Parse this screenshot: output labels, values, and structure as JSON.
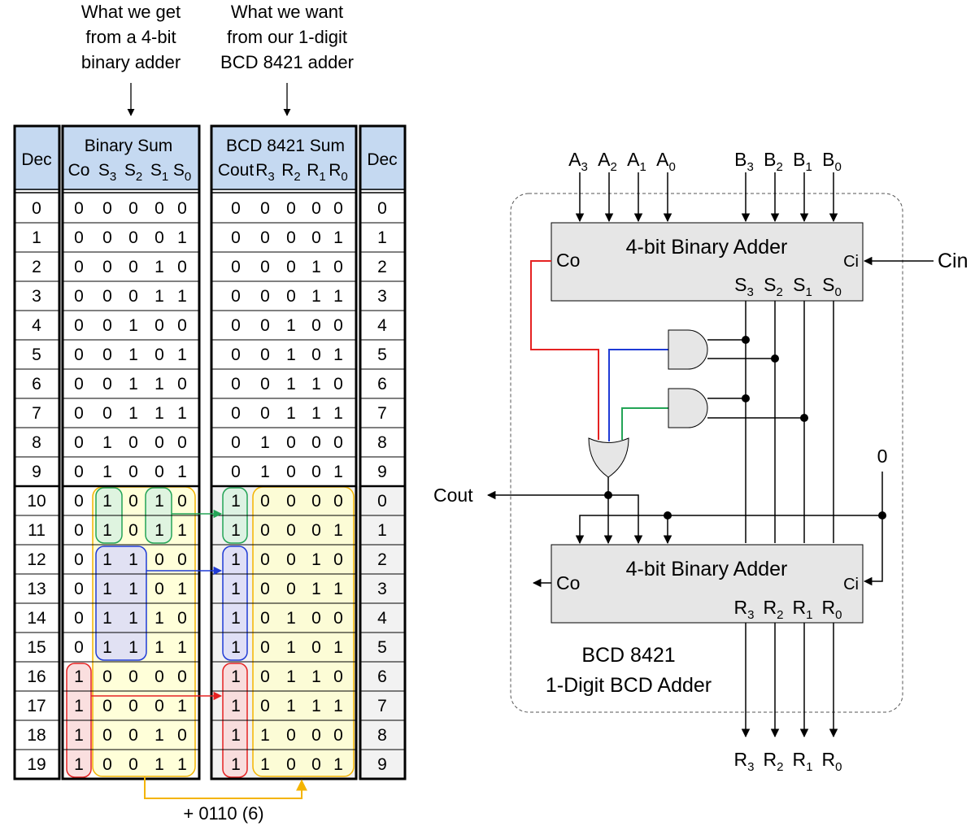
{
  "captions": {
    "left": [
      "What we get",
      "from a 4-bit",
      "binary adder"
    ],
    "right": [
      "What we want",
      "from our 1-digit",
      "BCD 8421 adder"
    ]
  },
  "table": {
    "dec_header": "Dec",
    "binary_header": "Binary Sum",
    "bcd_header": "BCD 8421 Sum",
    "binary_cols": [
      {
        "main": "Co",
        "sub": ""
      },
      {
        "main": "S",
        "sub": "3"
      },
      {
        "main": "S",
        "sub": "2"
      },
      {
        "main": "S",
        "sub": "1"
      },
      {
        "main": "S",
        "sub": "0"
      }
    ],
    "bcd_cols": [
      {
        "main": "Cout",
        "sub": ""
      },
      {
        "main": "R",
        "sub": "3"
      },
      {
        "main": "R",
        "sub": "2"
      },
      {
        "main": "R",
        "sub": "1"
      },
      {
        "main": "R",
        "sub": "0"
      }
    ],
    "rows": [
      {
        "dec": "0",
        "bin": [
          "0",
          "0",
          "0",
          "0",
          "0"
        ],
        "bcd": [
          "0",
          "0",
          "0",
          "0",
          "0"
        ],
        "bcd_dec": "0"
      },
      {
        "dec": "1",
        "bin": [
          "0",
          "0",
          "0",
          "0",
          "1"
        ],
        "bcd": [
          "0",
          "0",
          "0",
          "0",
          "1"
        ],
        "bcd_dec": "1"
      },
      {
        "dec": "2",
        "bin": [
          "0",
          "0",
          "0",
          "1",
          "0"
        ],
        "bcd": [
          "0",
          "0",
          "0",
          "1",
          "0"
        ],
        "bcd_dec": "2"
      },
      {
        "dec": "3",
        "bin": [
          "0",
          "0",
          "0",
          "1",
          "1"
        ],
        "bcd": [
          "0",
          "0",
          "0",
          "1",
          "1"
        ],
        "bcd_dec": "3"
      },
      {
        "dec": "4",
        "bin": [
          "0",
          "0",
          "1",
          "0",
          "0"
        ],
        "bcd": [
          "0",
          "0",
          "1",
          "0",
          "0"
        ],
        "bcd_dec": "4"
      },
      {
        "dec": "5",
        "bin": [
          "0",
          "0",
          "1",
          "0",
          "1"
        ],
        "bcd": [
          "0",
          "0",
          "1",
          "0",
          "1"
        ],
        "bcd_dec": "5"
      },
      {
        "dec": "6",
        "bin": [
          "0",
          "0",
          "1",
          "1",
          "0"
        ],
        "bcd": [
          "0",
          "0",
          "1",
          "1",
          "0"
        ],
        "bcd_dec": "6"
      },
      {
        "dec": "7",
        "bin": [
          "0",
          "0",
          "1",
          "1",
          "1"
        ],
        "bcd": [
          "0",
          "0",
          "1",
          "1",
          "1"
        ],
        "bcd_dec": "7"
      },
      {
        "dec": "8",
        "bin": [
          "0",
          "1",
          "0",
          "0",
          "0"
        ],
        "bcd": [
          "0",
          "1",
          "0",
          "0",
          "0"
        ],
        "bcd_dec": "8"
      },
      {
        "dec": "9",
        "bin": [
          "0",
          "1",
          "0",
          "0",
          "1"
        ],
        "bcd": [
          "0",
          "1",
          "0",
          "0",
          "1"
        ],
        "bcd_dec": "9"
      },
      {
        "dec": "10",
        "bin": [
          "0",
          "1",
          "0",
          "1",
          "0"
        ],
        "bcd": [
          "1",
          "0",
          "0",
          "0",
          "0"
        ],
        "bcd_dec": "0"
      },
      {
        "dec": "11",
        "bin": [
          "0",
          "1",
          "0",
          "1",
          "1"
        ],
        "bcd": [
          "1",
          "0",
          "0",
          "0",
          "1"
        ],
        "bcd_dec": "1"
      },
      {
        "dec": "12",
        "bin": [
          "0",
          "1",
          "1",
          "0",
          "0"
        ],
        "bcd": [
          "1",
          "0",
          "0",
          "1",
          "0"
        ],
        "bcd_dec": "2"
      },
      {
        "dec": "13",
        "bin": [
          "0",
          "1",
          "1",
          "0",
          "1"
        ],
        "bcd": [
          "1",
          "0",
          "0",
          "1",
          "1"
        ],
        "bcd_dec": "3"
      },
      {
        "dec": "14",
        "bin": [
          "0",
          "1",
          "1",
          "1",
          "0"
        ],
        "bcd": [
          "1",
          "0",
          "1",
          "0",
          "0"
        ],
        "bcd_dec": "4"
      },
      {
        "dec": "15",
        "bin": [
          "0",
          "1",
          "1",
          "1",
          "1"
        ],
        "bcd": [
          "1",
          "0",
          "1",
          "0",
          "1"
        ],
        "bcd_dec": "5"
      },
      {
        "dec": "16",
        "bin": [
          "1",
          "0",
          "0",
          "0",
          "0"
        ],
        "bcd": [
          "1",
          "0",
          "1",
          "1",
          "0"
        ],
        "bcd_dec": "6"
      },
      {
        "dec": "17",
        "bin": [
          "1",
          "0",
          "0",
          "0",
          "1"
        ],
        "bcd": [
          "1",
          "0",
          "1",
          "1",
          "1"
        ],
        "bcd_dec": "7"
      },
      {
        "dec": "18",
        "bin": [
          "1",
          "0",
          "0",
          "1",
          "0"
        ],
        "bcd": [
          "1",
          "1",
          "0",
          "0",
          "0"
        ],
        "bcd_dec": "8"
      },
      {
        "dec": "19",
        "bin": [
          "1",
          "0",
          "0",
          "1",
          "1"
        ],
        "bcd": [
          "1",
          "1",
          "0",
          "0",
          "1"
        ],
        "bcd_dec": "9"
      }
    ],
    "correction_label": "+ 0110 (6)"
  },
  "circuit": {
    "inputs_a": [
      {
        "main": "A",
        "sub": "3"
      },
      {
        "main": "A",
        "sub": "2"
      },
      {
        "main": "A",
        "sub": "1"
      },
      {
        "main": "A",
        "sub": "0"
      }
    ],
    "inputs_b": [
      {
        "main": "B",
        "sub": "3"
      },
      {
        "main": "B",
        "sub": "2"
      },
      {
        "main": "B",
        "sub": "1"
      },
      {
        "main": "B",
        "sub": "0"
      }
    ],
    "adder1": {
      "title": "4-bit Binary Adder",
      "co": "Co",
      "ci": "Ci",
      "outputs": [
        {
          "main": "S",
          "sub": "3"
        },
        {
          "main": "S",
          "sub": "2"
        },
        {
          "main": "S",
          "sub": "1"
        },
        {
          "main": "S",
          "sub": "0"
        }
      ]
    },
    "adder2": {
      "title": "4-bit Binary Adder",
      "co": "Co",
      "ci": "Ci",
      "outputs": [
        {
          "main": "R",
          "sub": "3"
        },
        {
          "main": "R",
          "sub": "2"
        },
        {
          "main": "R",
          "sub": "1"
        },
        {
          "main": "R",
          "sub": "0"
        }
      ]
    },
    "cin_label": "Cin",
    "cout_label": "Cout",
    "zero_label": "0",
    "block_label": [
      "BCD 8421",
      "1-Digit BCD Adder"
    ],
    "final_outputs": [
      {
        "main": "R",
        "sub": "3"
      },
      {
        "main": "R",
        "sub": "2"
      },
      {
        "main": "R",
        "sub": "1"
      },
      {
        "main": "R",
        "sub": "0"
      }
    ]
  },
  "colors": {
    "header_fill": "#c5d9f1",
    "shaded_fill": "#f2f2f2",
    "gate_fill": "#e6e6e6",
    "adder_fill": "#e6e6e6",
    "red": "#e52222",
    "blue": "#1f3bd6",
    "green": "#23a456",
    "orange": "#f4b400"
  }
}
